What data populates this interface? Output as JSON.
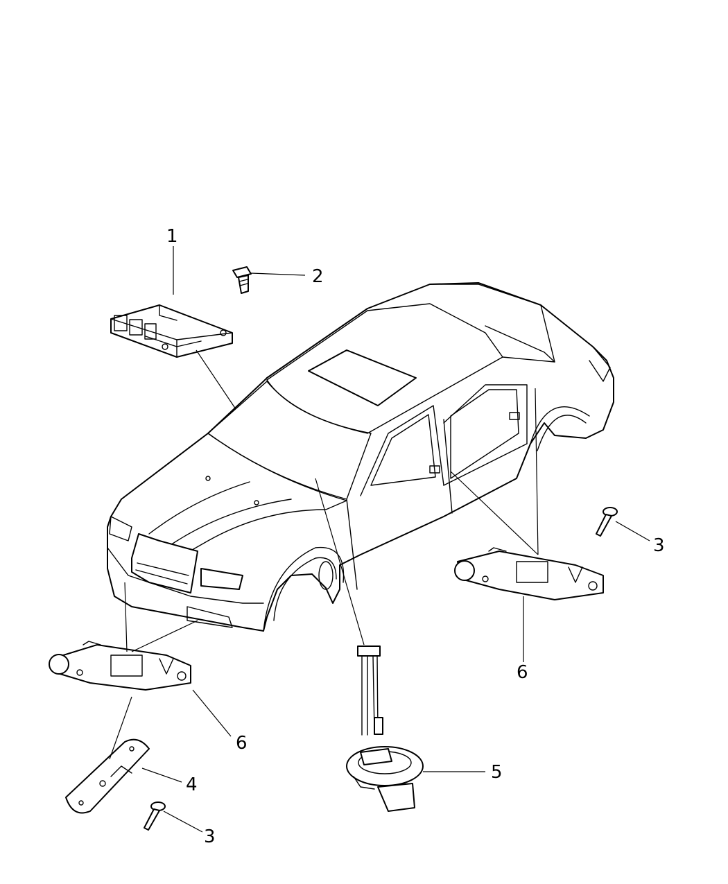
{
  "callouts": {
    "c1": "1",
    "c2": "2",
    "c3a": "3",
    "c3b": "3",
    "c4": "4",
    "c5": "5",
    "c6a": "6",
    "c6b": "6"
  }
}
